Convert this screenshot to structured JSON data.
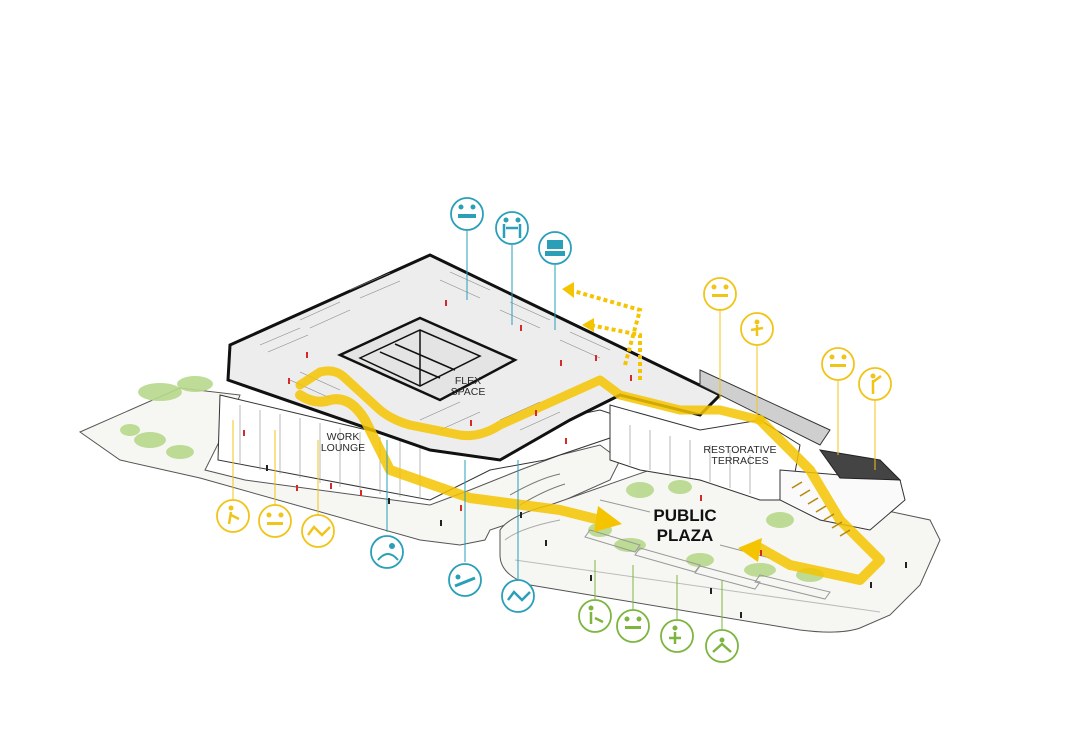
{
  "labels": {
    "flex_space": [
      "FLEX",
      "SPACE"
    ],
    "work_lounge": [
      "WORK",
      "LOUNGE"
    ],
    "restorative_terraces": [
      "RESTORATIVE",
      "TERRACES"
    ],
    "public_plaza": [
      "PUBLIC",
      "PLAZA"
    ]
  },
  "colors": {
    "circulation": "#f5c400",
    "teal": "#2a9fb8",
    "yellow": "#f0c419",
    "green": "#7db540",
    "tree": "#b7d98c",
    "red_figure": "#d62a2a",
    "ink": "#222222"
  },
  "icons": {
    "teal": [
      "meeting-icon",
      "collaboration-icon",
      "group-work-icon",
      "reading-icon",
      "lounging-icon",
      "relaxing-icon"
    ],
    "yellow": [
      "exercise-icon",
      "dining-icon",
      "reclining-icon",
      "juggling-icon",
      "outdoor-dining-icon",
      "presenting-icon"
    ],
    "green": [
      "dog-walking-icon",
      "family-dining-icon",
      "stroller-icon",
      "playing-icon"
    ]
  }
}
